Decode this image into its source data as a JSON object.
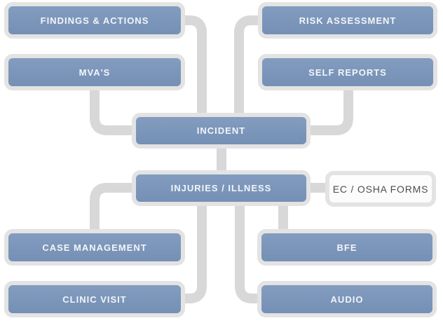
{
  "diagram": {
    "title": "Incident workflow diagram",
    "nodes": [
      {
        "id": "findings-actions",
        "label": "FINDINGS & ACTIONS",
        "style": "blue"
      },
      {
        "id": "risk-assessment",
        "label": "RISK ASSESSMENT",
        "style": "blue"
      },
      {
        "id": "mvas",
        "label": "MVA'S",
        "style": "blue"
      },
      {
        "id": "self-reports",
        "label": "SELF REPORTS",
        "style": "blue"
      },
      {
        "id": "incident",
        "label": "INCIDENT",
        "style": "blue"
      },
      {
        "id": "injuries-illness",
        "label": "INJURIES / ILLNESS",
        "style": "blue"
      },
      {
        "id": "ec-osha-forms",
        "label": "EC / OSHA FORMS",
        "style": "white"
      },
      {
        "id": "case-management",
        "label": "CASE MANAGEMENT",
        "style": "blue"
      },
      {
        "id": "bfe",
        "label": "BFE",
        "style": "blue"
      },
      {
        "id": "clinic-visit",
        "label": "CLINIC VISIT",
        "style": "blue"
      },
      {
        "id": "audio",
        "label": "AUDIO",
        "style": "blue"
      }
    ],
    "edges": [
      {
        "from": "findings-actions",
        "to": "incident"
      },
      {
        "from": "risk-assessment",
        "to": "incident"
      },
      {
        "from": "mvas",
        "to": "incident"
      },
      {
        "from": "self-reports",
        "to": "incident"
      },
      {
        "from": "incident",
        "to": "injuries-illness"
      },
      {
        "from": "injuries-illness",
        "to": "ec-osha-forms"
      },
      {
        "from": "injuries-illness",
        "to": "case-management"
      },
      {
        "from": "injuries-illness",
        "to": "clinic-visit"
      },
      {
        "from": "injuries-illness",
        "to": "bfe"
      },
      {
        "from": "injuries-illness",
        "to": "audio"
      }
    ],
    "colors": {
      "connector": "#d8d8d8",
      "node_outline": "#e3e3e3",
      "node_fill_top": "#839cc0",
      "node_fill_bottom": "#7590b5",
      "node_text": "#f2f5f8",
      "white_node_fill": "#fcfcfc",
      "white_node_text": "#4a4d52",
      "canvas_bg": "#ffffff"
    }
  }
}
